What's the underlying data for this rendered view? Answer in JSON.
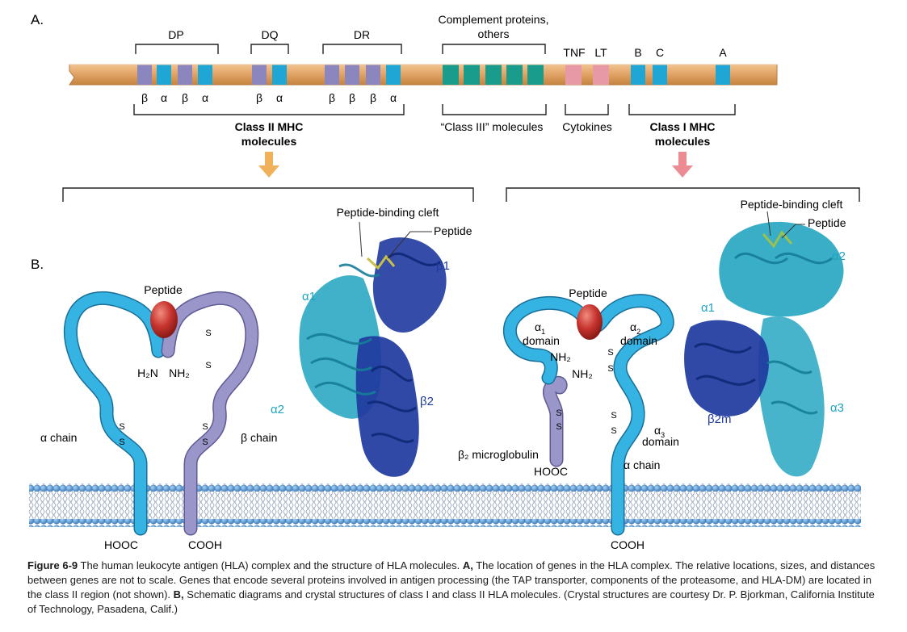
{
  "panel_a": {
    "label": "A.",
    "loci": {
      "dp": "DP",
      "dq": "DQ",
      "dr": "DR",
      "complement_line1": "Complement proteins,",
      "complement_line2": "others",
      "tnf": "TNF",
      "lt": "LT",
      "b": "B",
      "c": "C",
      "a": "A"
    },
    "chains": {
      "dp": [
        "β",
        "α",
        "β",
        "α"
      ],
      "dq": [
        "β",
        "α"
      ],
      "dr": [
        "β",
        "β",
        "β",
        "α"
      ]
    },
    "groups": {
      "class2_line1": "Class II MHC",
      "class2_line2": "molecules",
      "class3": "“Class III” molecules",
      "cytokines": "Cytokines",
      "class1_line1": "Class I MHC",
      "class1_line2": "molecules"
    },
    "colors": {
      "chromosome": "#e0a264",
      "chrom_edge": "#b97a3c",
      "purple": "#8c86bf",
      "cyan": "#1fa6d4",
      "teal": "#1a9c8c",
      "pink": "#e79aa6",
      "arrow_orange": "#f0b15a",
      "arrow_pink": "#ec8c92"
    }
  },
  "panel_b": {
    "label": "B.",
    "class2": {
      "peptide": "Peptide",
      "h2n": "H₂N",
      "nh2": "NH₂",
      "alpha_chain": "α chain",
      "beta_chain": "β chain",
      "hooc": "HOOC",
      "cooh": "COOH",
      "s": "S",
      "crystal": {
        "cleft": "Peptide-binding cleft",
        "peptide": "Peptide",
        "a1": "α1",
        "b1": "β1",
        "a2": "α2",
        "b2": "β2"
      }
    },
    "class1": {
      "peptide": "Peptide",
      "a1": "α",
      "a1_sub": "1",
      "a2": "α",
      "a2_sub": "2",
      "domain": "domain",
      "nh2_1": "NH₂",
      "nh2_2": "NH₂",
      "a3": "α",
      "a3_sub": "3",
      "a3_domain": "domain",
      "alpha_chain": "α chain",
      "b2m_label": "β₂ microglobulin",
      "hooc": "HOOC",
      "cooh": "COOH",
      "s": "S",
      "crystal": {
        "cleft": "Peptide-binding cleft",
        "peptide": "Peptide",
        "a1": "α1",
        "a2": "α2",
        "a3": "α3",
        "b2m": "β2m"
      }
    },
    "colors": {
      "cyan": "#2aa9d8",
      "lavender": "#9b96c9",
      "peptide": "#c8342f",
      "membrane": "#4a8fd0",
      "protein_dark": "#1f3a9e",
      "protein_teal": "#1fa3bf"
    }
  },
  "caption": {
    "figure": "Figure 6-9",
    "part1": " The human leukocyte antigen (HLA) complex and the structure of HLA molecules. ",
    "a_label": "A,",
    "part2": " The location of genes in the HLA complex. The relative locations, sizes, and distances between genes are not to scale. Genes that encode several proteins involved in antigen processing (the TAP transporter, components of the proteasome, and HLA-DM) are located in the class II region (not shown). ",
    "b_label": "B,",
    "part3": " Schematic diagrams and crystal structures of class I and class II HLA molecules. (Crystal structures are courtesy Dr. P. Bjorkman, California Institute of Technology, Pasadena, Calif.)"
  }
}
